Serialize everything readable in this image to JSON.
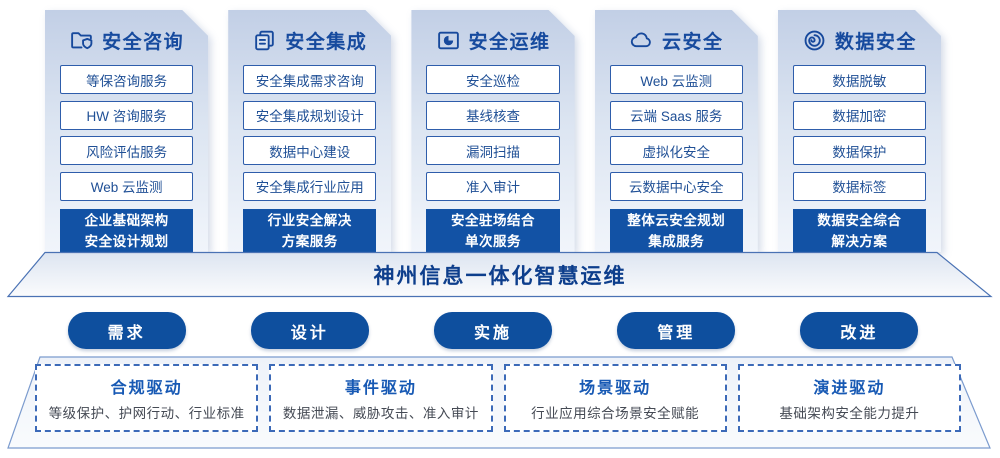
{
  "banner": {
    "text": "神州信息一体化智慧运维"
  },
  "columns": [
    {
      "title": "安全咨询",
      "icon": "folder-shield-icon",
      "items": [
        "等保咨询服务",
        "HW 咨询服务",
        "风险评估服务",
        "Web 云监测"
      ],
      "footer": "企业基础架构\n安全设计规划"
    },
    {
      "title": "安全集成",
      "icon": "documents-icon",
      "items": [
        "安全集成需求咨询",
        "安全集成规划设计",
        "数据中心建设",
        "安全集成行业应用"
      ],
      "footer": "行业安全解决\n方案服务"
    },
    {
      "title": "安全运维",
      "icon": "folder-pie-icon",
      "items": [
        "安全巡检",
        "基线核查",
        "漏洞扫描",
        "准入审计"
      ],
      "footer": "安全驻场结合\n单次服务"
    },
    {
      "title": "云安全",
      "icon": "cloud-icon",
      "items": [
        "Web 云监测",
        "云端 Saas 服务",
        "虚拟化安全",
        "云数据中心安全"
      ],
      "footer": "整体云安全规划\n集成服务"
    },
    {
      "title": "数据安全",
      "icon": "fingerprint-icon",
      "items": [
        "数据脱敏",
        "数据加密",
        "数据保护",
        "数据标签"
      ],
      "footer": "数据安全综合\n解决方案"
    }
  ],
  "process_steps": [
    "需求",
    "设计",
    "实施",
    "管理",
    "改进"
  ],
  "drivers": [
    {
      "title": "合规驱动",
      "desc": "等级保护、护网行动、行业标准"
    },
    {
      "title": "事件驱动",
      "desc": "数据泄漏、威胁攻击、准入审计"
    },
    {
      "title": "场景驱动",
      "desc": "行业应用综合场景安全赋能"
    },
    {
      "title": "演进驱动",
      "desc": "基础架构安全能力提升"
    }
  ],
  "colors": {
    "primary_blue": "#1252a5",
    "title_blue": "#164a9e",
    "pill_blue": "#0e4f9e",
    "item_border_blue": "#2e5dab",
    "driver_title_blue": "#1759b4",
    "dashed_border_blue": "#3c6ab8",
    "banner_text_blue": "#0d3e8c",
    "card_gradient_top": "#c2cfe6",
    "card_gradient_bottom": "#f1f5fb"
  }
}
